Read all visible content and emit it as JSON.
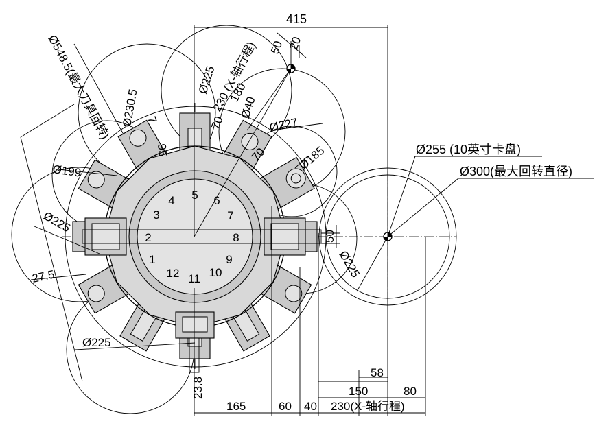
{
  "colors": {
    "line": "#000000",
    "body": "#c9c9c9",
    "background": "#ffffff"
  },
  "dimensions": {
    "top_width": "415",
    "top_small": "20",
    "top_small2": "50",
    "tool_swing": "Ø548.5(最大刀具回转)",
    "d230_5": "Ø230.5",
    "d225_top": "Ø225",
    "x_travel_top": "230 (X-轴行程)",
    "d180": "180",
    "d40": "Ø40",
    "d227": "Ø227",
    "d70_left": "70",
    "d70_right": "70",
    "d185": "Ø185",
    "d95": "95",
    "d7": "7",
    "d199": "Ø199",
    "d225_left": "Ø225",
    "d27_5": "27.5",
    "d225_bottom": "Ø225",
    "d225_right": "Ø225",
    "d50": "50",
    "chuck": "Ø255 (10英寸卡盘)",
    "swing": "Ø300(最大回转直径)",
    "d58": "58",
    "d150": "150",
    "d80": "80",
    "d23_8": "23.8",
    "d165": "165",
    "d60": "60",
    "d40_bottom": "40",
    "x_travel_bottom": "230(X-轴行程)"
  },
  "turret_numbers": [
    "1",
    "2",
    "3",
    "4",
    "5",
    "6",
    "7",
    "8",
    "9",
    "10",
    "11",
    "12"
  ]
}
